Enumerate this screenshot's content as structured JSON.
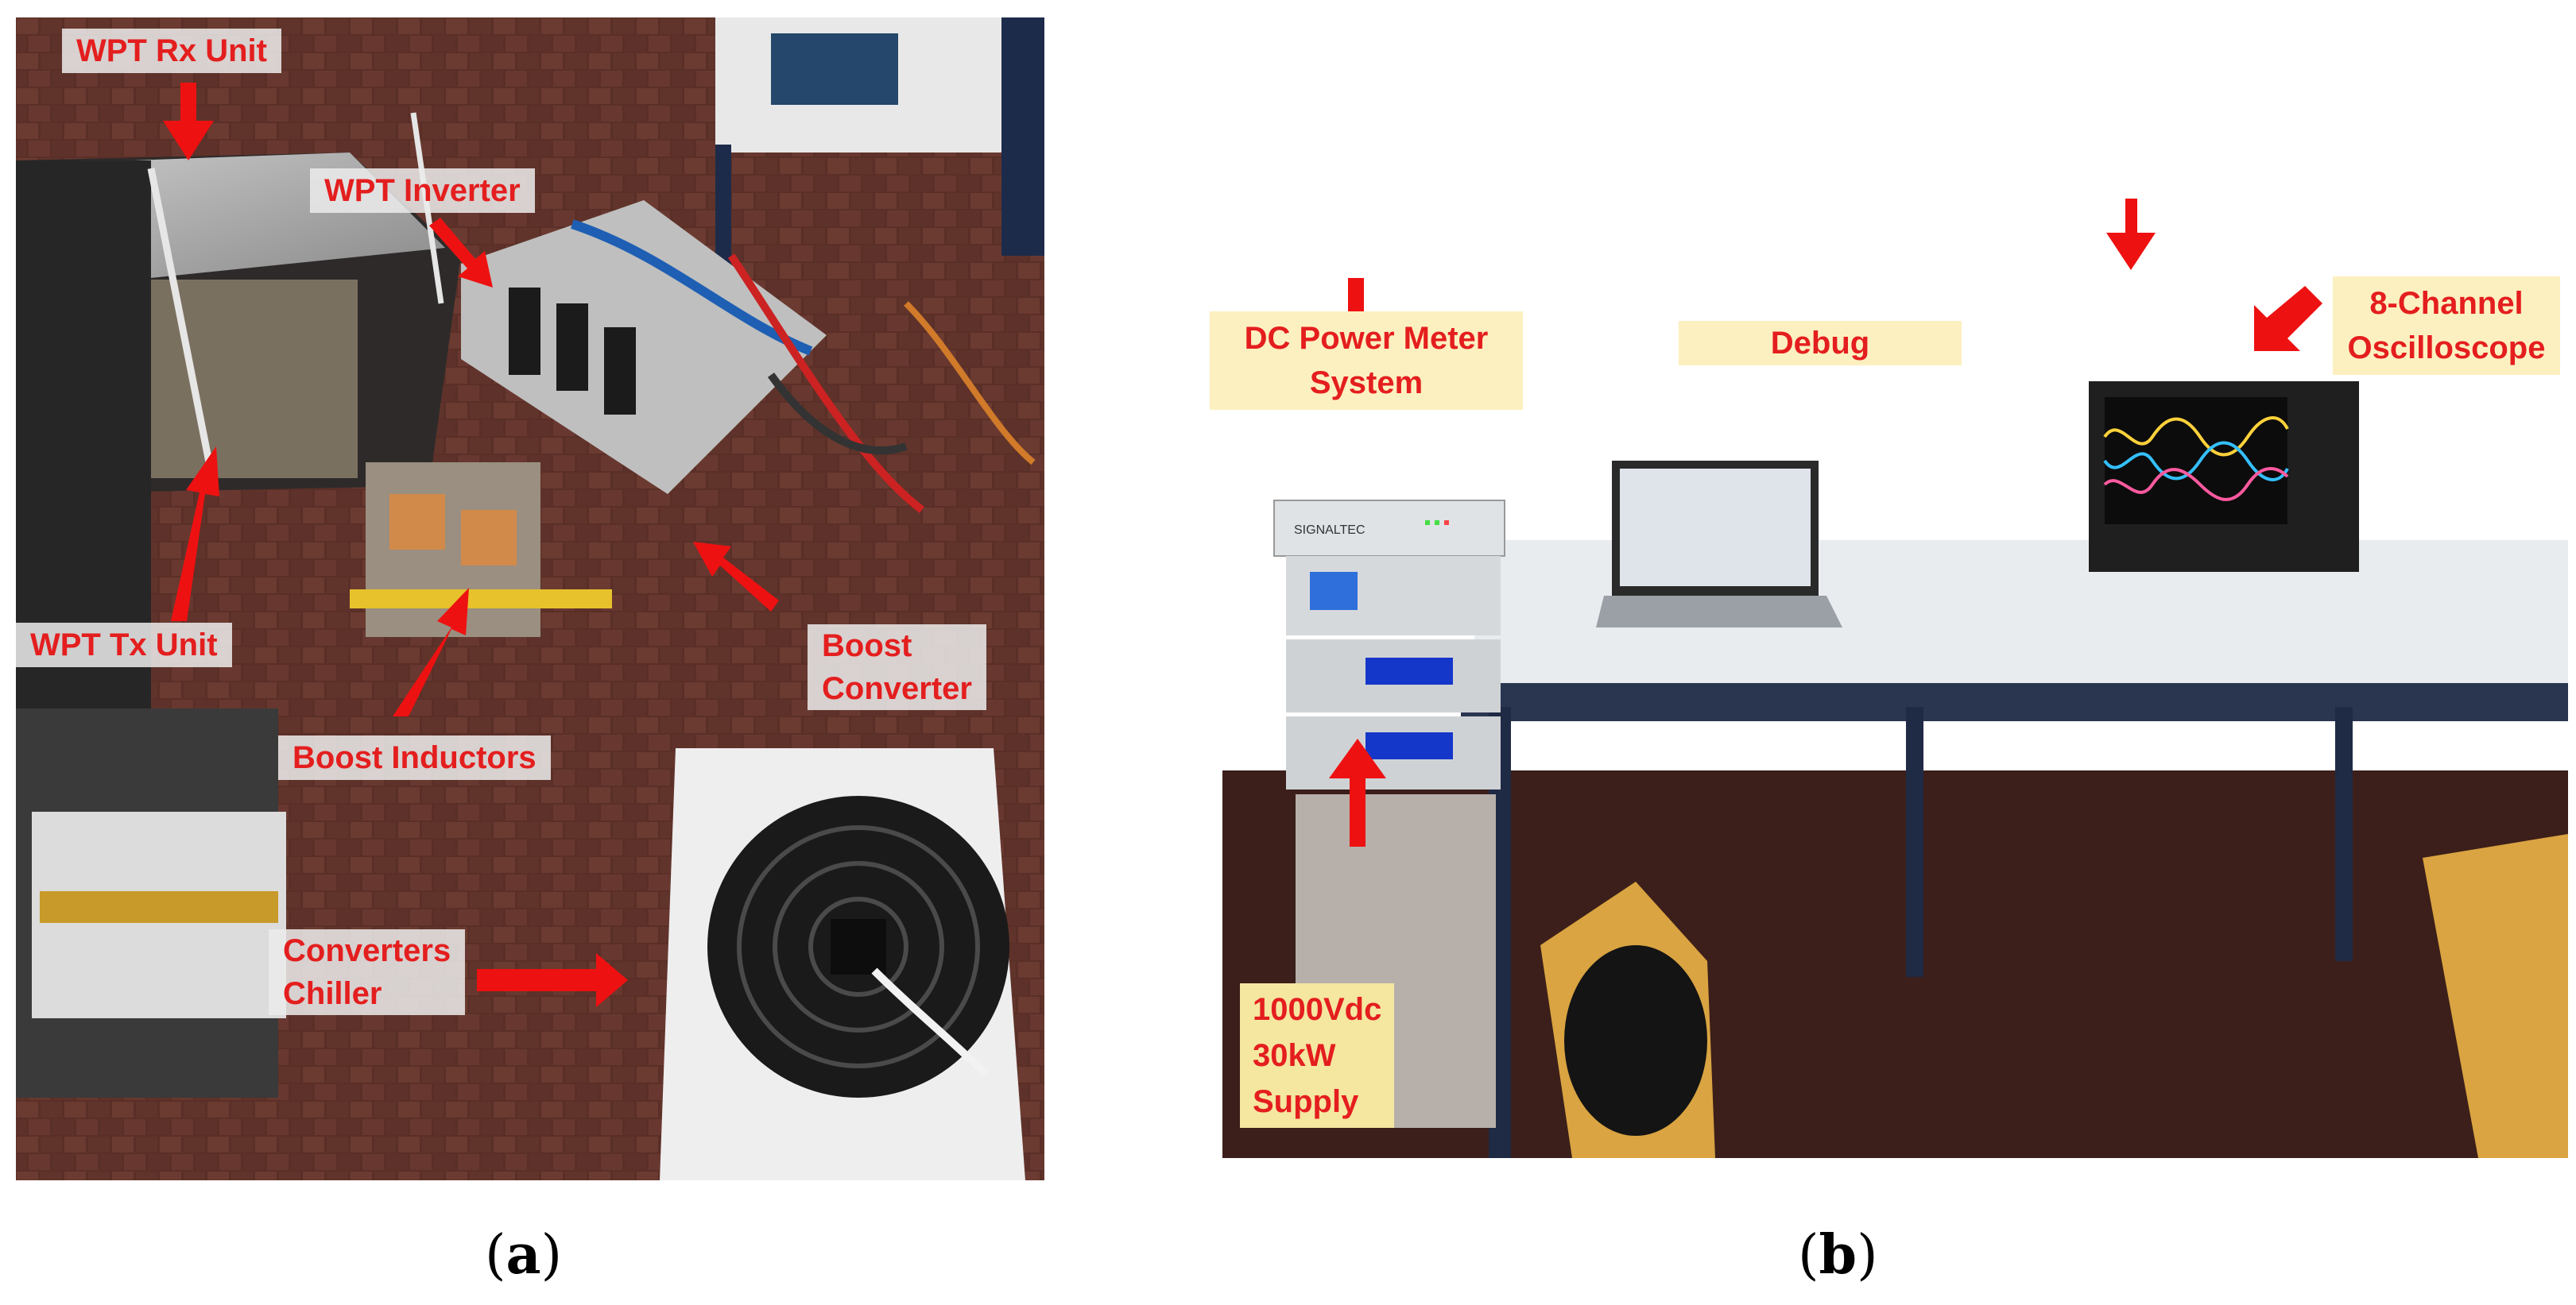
{
  "panel_a": {
    "labels": {
      "rx": "WPT Rx Unit",
      "inverter": "WPT Inverter",
      "tx": "WPT Tx Unit",
      "boost_converter": "Boost\nConverter",
      "boost_inductors": "Boost Inductors",
      "chiller": "Converters\nChiller"
    },
    "caption_letter": "a"
  },
  "panel_b": {
    "labels": {
      "meter": "DC Power Meter\nSystem",
      "debug": "Debug",
      "scope": "8-Channel\nOscilloscope",
      "supply": "1000Vdc\n30kW\nSupply"
    },
    "device_brand": "SIGNALTEC",
    "caption_letter": "b"
  },
  "colors": {
    "label_text": "#e41e1e",
    "arrow": "#ee1111"
  }
}
